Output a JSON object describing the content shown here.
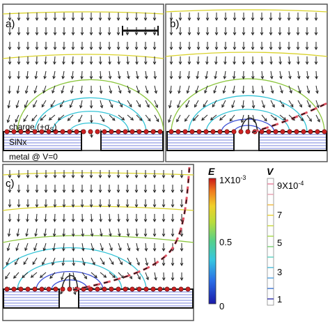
{
  "panels": {
    "a": {
      "label": "a)",
      "annotations": {
        "charge": "charge (+σ",
        "charge_sub": "S",
        "charge_close": ")",
        "layer": "SiNx",
        "metal": "metal @ V=0"
      }
    },
    "b": {
      "label": "b)"
    },
    "c": {
      "label": "c)"
    }
  },
  "colorbars": {
    "E": {
      "symbol": "E",
      "ticks": [
        "1X10",
        "0.5",
        "0"
      ],
      "top_exp": "-3"
    },
    "V": {
      "symbol": "V",
      "ticks": [
        "9X10",
        "7",
        "5",
        "3",
        "1"
      ],
      "top_exp": "-4"
    }
  },
  "colors": {
    "field_arrow": "#222222",
    "charge_dot": "#cc2222",
    "contour_far": "#d9d22a",
    "contour_mid": "#8cc63e",
    "contour_near": "#33c3d6",
    "contour_inner": "#3b4fd6",
    "free_charge_line": "#e05060"
  }
}
